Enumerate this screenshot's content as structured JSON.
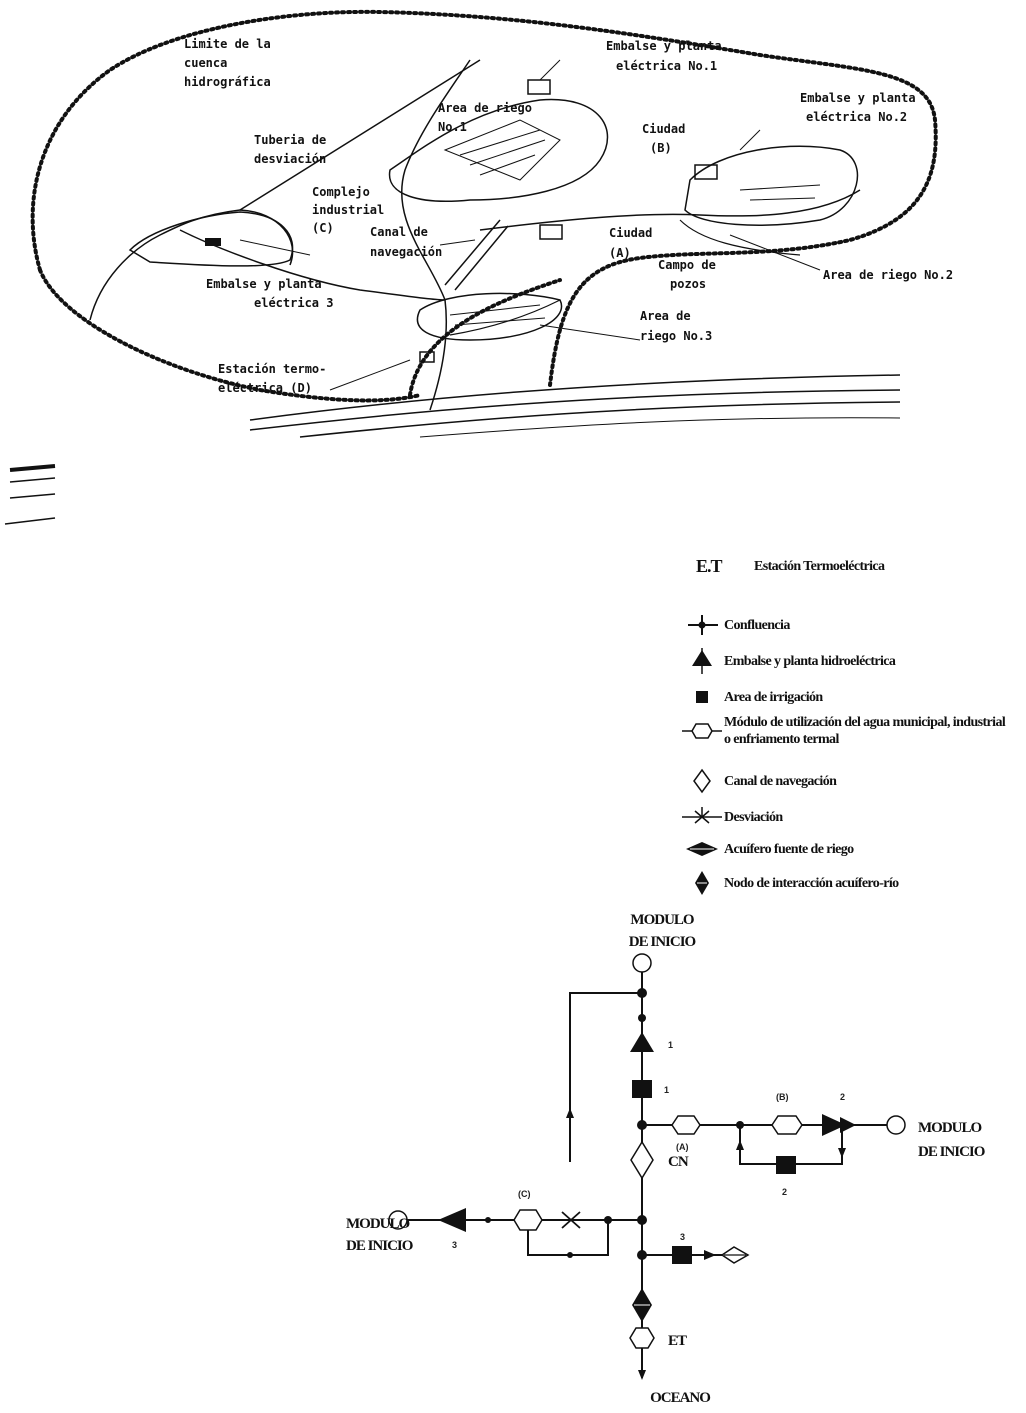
{
  "map": {
    "labels": {
      "basin_limit": [
        "Limite de la",
        "cuenca",
        "hidrográfica"
      ],
      "reservoir1": [
        "Embalse y  planta",
        "eléctrica No.1"
      ],
      "irrigation1": [
        "Area de riego",
        "No.1"
      ],
      "reservoir2": [
        "Embalse y planta",
        "eléctrica No.2"
      ],
      "city_b": [
        "Ciudad",
        "(B)"
      ],
      "diversion_pipe": [
        "Tuberia de",
        "desviación"
      ],
      "industrial": [
        "Complejo",
        "industrial",
        "(C)"
      ],
      "nav_canal": [
        "Canal de",
        "navegación"
      ],
      "city_a": [
        "Ciudad",
        "(A)"
      ],
      "wells": [
        "Campo de",
        "pozos"
      ],
      "irrigation2": [
        "Area de riego No.2"
      ],
      "reservoir3": [
        "Embalse  y planta",
        "eléctrica 3"
      ],
      "irrigation3": [
        "Area de",
        "riego No.3"
      ],
      "thermal": [
        "Estación termo-",
        "eléctrica (D)"
      ]
    }
  },
  "legend": {
    "et_abbrev": "E.T",
    "et_label": "Estación Termoeléctrica",
    "items": [
      {
        "label": "Confluencia"
      },
      {
        "label": "Embalse y planta hidroeléctrica"
      },
      {
        "label": "Area de irrigación"
      },
      {
        "label": "Módulo de utilización del agua municipal, industrial o enfriamento termal"
      },
      {
        "label": "Canal de navegación"
      },
      {
        "label": "Desviación"
      },
      {
        "label": "Acuífero fuente de riego"
      },
      {
        "label": "Nodo de interacción acuífero-río"
      }
    ]
  },
  "network": {
    "start_top": [
      "MODULO",
      "DE INICIO"
    ],
    "start_right": [
      "MODULO",
      "DE INICIO"
    ],
    "start_left": [
      "MODULO",
      "DE INICIO"
    ],
    "ocean": "OCEANO",
    "cn": "CN",
    "et": "ET",
    "num_1a": "1",
    "num_1b": "1",
    "num_2a": "2",
    "num_2b": "2",
    "num_3a": "3",
    "num_3b": "3",
    "lbl_a": "(A)",
    "lbl_b": "(B)",
    "lbl_c": "(C)"
  }
}
